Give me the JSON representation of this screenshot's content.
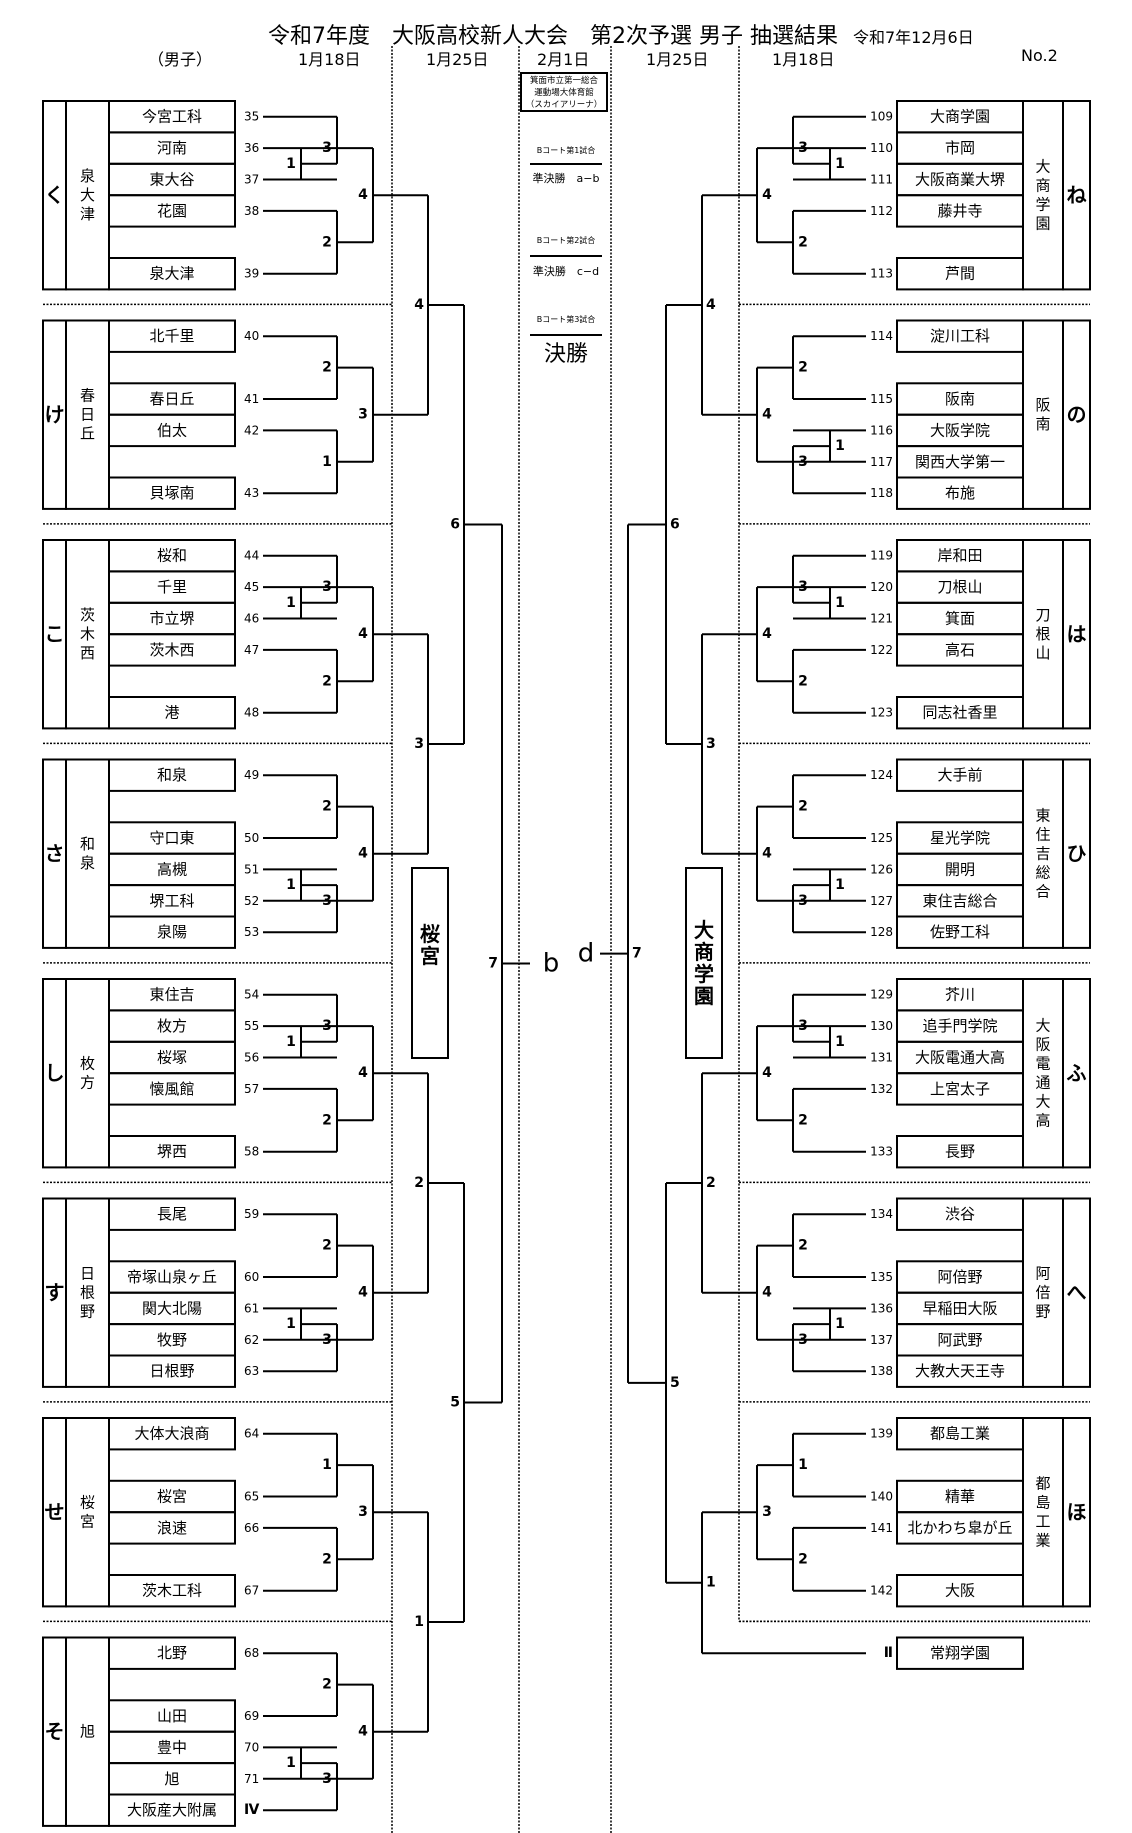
{
  "header": {
    "title": "令和7年度　大阪高校新人大会　第2次予選 男子 抽選結果",
    "issue_date": "令和7年12月6日",
    "gender_label": "（男子）",
    "page_no": "No.2",
    "dates": {
      "left_round1": "1月18日",
      "left_round2": "1月25日",
      "center": "2月1日",
      "right_round2": "1月25日",
      "right_round1": "1月18日"
    }
  },
  "center": {
    "venue": [
      "箕面市立第一総合",
      "運動場大体育館",
      "（スカイアリーナ）"
    ],
    "match1_court": "Bコート第1試合",
    "match1_label": "準決勝　a−b",
    "match2_court": "Bコート第2試合",
    "match2_label": "準決勝　c−d",
    "match3_court": "Bコート第3試合",
    "match3_label": "決勝",
    "left_slot": "b",
    "right_slot": "d",
    "left_seed_box": "桜宮",
    "right_seed_box": "大商学園",
    "left_final_round": "7",
    "right_final_round": "7"
  },
  "left_blocks": [
    {
      "letter": "く",
      "region": "泉大津",
      "pattern": "A",
      "teams": [
        {
          "name": "今宮工科",
          "no": "35"
        },
        {
          "name": "河南",
          "no": "36"
        },
        {
          "name": "東大谷",
          "no": "37"
        },
        {
          "name": "花園",
          "no": "38"
        },
        {
          "name": "泉大津",
          "no": "39"
        }
      ],
      "rounds": {
        "r1": "1",
        "r2a": "3",
        "r2b": "2",
        "r3": "4"
      }
    },
    {
      "letter": "け",
      "region": "春日丘",
      "pattern": "C",
      "teams": [
        {
          "name": "北千里",
          "no": "40"
        },
        {
          "name": "春日丘",
          "no": "41"
        },
        {
          "name": "伯太",
          "no": "42"
        },
        {
          "name": "貝塚南",
          "no": "43"
        }
      ],
      "rounds": {
        "r2a": "2",
        "r2b": "1",
        "r3": "3"
      }
    },
    {
      "letter": "こ",
      "region": "茨木西",
      "pattern": "A",
      "teams": [
        {
          "name": "桜和",
          "no": "44"
        },
        {
          "name": "千里",
          "no": "45"
        },
        {
          "name": "市立堺",
          "no": "46"
        },
        {
          "name": "茨木西",
          "no": "47"
        },
        {
          "name": "港",
          "no": "48"
        }
      ],
      "rounds": {
        "r1": "1",
        "r2a": "3",
        "r2b": "2",
        "r3": "4"
      }
    },
    {
      "letter": "さ",
      "region": "和泉",
      "pattern": "B",
      "teams": [
        {
          "name": "和泉",
          "no": "49"
        },
        {
          "name": "守口東",
          "no": "50"
        },
        {
          "name": "高槻",
          "no": "51"
        },
        {
          "name": "堺工科",
          "no": "52"
        },
        {
          "name": "泉陽",
          "no": "53"
        }
      ],
      "rounds": {
        "r1": "1",
        "r2a": "2",
        "r2b": "3",
        "r3": "4"
      }
    },
    {
      "letter": "し",
      "region": "枚方",
      "pattern": "A",
      "teams": [
        {
          "name": "東住吉",
          "no": "54"
        },
        {
          "name": "枚方",
          "no": "55"
        },
        {
          "name": "桜塚",
          "no": "56"
        },
        {
          "name": "懐風館",
          "no": "57"
        },
        {
          "name": "堺西",
          "no": "58"
        }
      ],
      "rounds": {
        "r1": "1",
        "r2a": "3",
        "r2b": "2",
        "r3": "4"
      }
    },
    {
      "letter": "す",
      "region": "日根野",
      "pattern": "B",
      "teams": [
        {
          "name": "長尾",
          "no": "59"
        },
        {
          "name": "帝塚山泉ヶ丘",
          "no": "60"
        },
        {
          "name": "関大北陽",
          "no": "61"
        },
        {
          "name": "牧野",
          "no": "62"
        },
        {
          "name": "日根野",
          "no": "63"
        }
      ],
      "rounds": {
        "r1": "1",
        "r2a": "2",
        "r2b": "3",
        "r3": "4"
      }
    },
    {
      "letter": "せ",
      "region": "桜宮",
      "pattern": "D",
      "teams": [
        {
          "name": "大体大浪商",
          "no": "64"
        },
        {
          "name": "桜宮",
          "no": "65"
        },
        {
          "name": "浪速",
          "no": "66"
        },
        {
          "name": "茨木工科",
          "no": "67"
        }
      ],
      "rounds": {
        "r2a": "1",
        "r2b": "2",
        "r3": "3"
      }
    },
    {
      "letter": "そ",
      "region": "旭",
      "pattern": "E",
      "teams": [
        {
          "name": "北野",
          "no": "68"
        },
        {
          "name": "山田",
          "no": "69"
        },
        {
          "name": "豊中",
          "no": "70"
        },
        {
          "name": "旭",
          "no": "71"
        },
        {
          "name": "大阪産大附属",
          "no": "Ⅳ"
        }
      ],
      "rounds": {
        "r1": "1",
        "r2a": "2",
        "r2b": "3",
        "r3": "4"
      }
    }
  ],
  "right_blocks": [
    {
      "letter": "ね",
      "region": "大商学園",
      "pattern": "A",
      "teams": [
        {
          "name": "大商学園",
          "no": "109"
        },
        {
          "name": "市岡",
          "no": "110"
        },
        {
          "name": "大阪商業大堺",
          "no": "111"
        },
        {
          "name": "藤井寺",
          "no": "112"
        },
        {
          "name": "芦間",
          "no": "113"
        }
      ],
      "rounds": {
        "r1": "1",
        "r2a": "3",
        "r2b": "2",
        "r3": "4"
      }
    },
    {
      "letter": "の",
      "region": "阪南",
      "pattern": "B",
      "teams": [
        {
          "name": "淀川工科",
          "no": "114"
        },
        {
          "name": "阪南",
          "no": "115"
        },
        {
          "name": "大阪学院",
          "no": "116"
        },
        {
          "name": "関西大学第一",
          "no": "117"
        },
        {
          "name": "布施",
          "no": "118"
        }
      ],
      "rounds": {
        "r1": "1",
        "r2a": "2",
        "r2b": "3",
        "r3": "4"
      }
    },
    {
      "letter": "は",
      "region": "刀根山",
      "pattern": "A",
      "teams": [
        {
          "name": "岸和田",
          "no": "119"
        },
        {
          "name": "刀根山",
          "no": "120"
        },
        {
          "name": "箕面",
          "no": "121"
        },
        {
          "name": "高石",
          "no": "122"
        },
        {
          "name": "同志社香里",
          "no": "123"
        }
      ],
      "rounds": {
        "r1": "1",
        "r2a": "3",
        "r2b": "2",
        "r3": "4"
      }
    },
    {
      "letter": "ひ",
      "region": "東住吉総合",
      "pattern": "B",
      "teams": [
        {
          "name": "大手前",
          "no": "124"
        },
        {
          "name": "星光学院",
          "no": "125"
        },
        {
          "name": "開明",
          "no": "126"
        },
        {
          "name": "東住吉総合",
          "no": "127"
        },
        {
          "name": "佐野工科",
          "no": "128"
        }
      ],
      "rounds": {
        "r1": "1",
        "r2a": "2",
        "r2b": "3",
        "r3": "4"
      }
    },
    {
      "letter": "ふ",
      "region": "大阪電通大高",
      "pattern": "A",
      "teams": [
        {
          "name": "芥川",
          "no": "129"
        },
        {
          "name": "追手門学院",
          "no": "130"
        },
        {
          "name": "大阪電通大高",
          "no": "131"
        },
        {
          "name": "上宮太子",
          "no": "132"
        },
        {
          "name": "長野",
          "no": "133"
        }
      ],
      "rounds": {
        "r1": "1",
        "r2a": "3",
        "r2b": "2",
        "r3": "4"
      }
    },
    {
      "letter": "へ",
      "region": "阿倍野",
      "pattern": "B",
      "teams": [
        {
          "name": "渋谷",
          "no": "134"
        },
        {
          "name": "阿倍野",
          "no": "135"
        },
        {
          "name": "早稲田大阪",
          "no": "136"
        },
        {
          "name": "阿武野",
          "no": "137"
        },
        {
          "name": "大教大天王寺",
          "no": "138"
        }
      ],
      "rounds": {
        "r1": "1",
        "r2a": "2",
        "r2b": "3",
        "r3": "4"
      }
    },
    {
      "letter": "ほ",
      "region": "都島工業",
      "pattern": "F",
      "teams": [
        {
          "name": "都島工業",
          "no": "139"
        },
        {
          "name": "精華",
          "no": "140"
        },
        {
          "name": "北かわち皐が丘",
          "no": "141"
        },
        {
          "name": "大阪",
          "no": "142"
        }
      ],
      "rounds": {
        "r2a": "1",
        "r2b": "2",
        "r3": "3"
      }
    }
  ],
  "right_extra": {
    "name": "常翔学園",
    "no": "Ⅱ"
  },
  "left_upper_rounds": {
    "r4_pairs": [
      "4",
      "3",
      "2",
      "1"
    ],
    "r5": [
      "6",
      "5"
    ]
  },
  "right_upper_rounds": {
    "r4_pairs": [
      "4",
      "3",
      "2"
    ],
    "r4_last": "1",
    "r5": [
      "6",
      "5"
    ]
  }
}
